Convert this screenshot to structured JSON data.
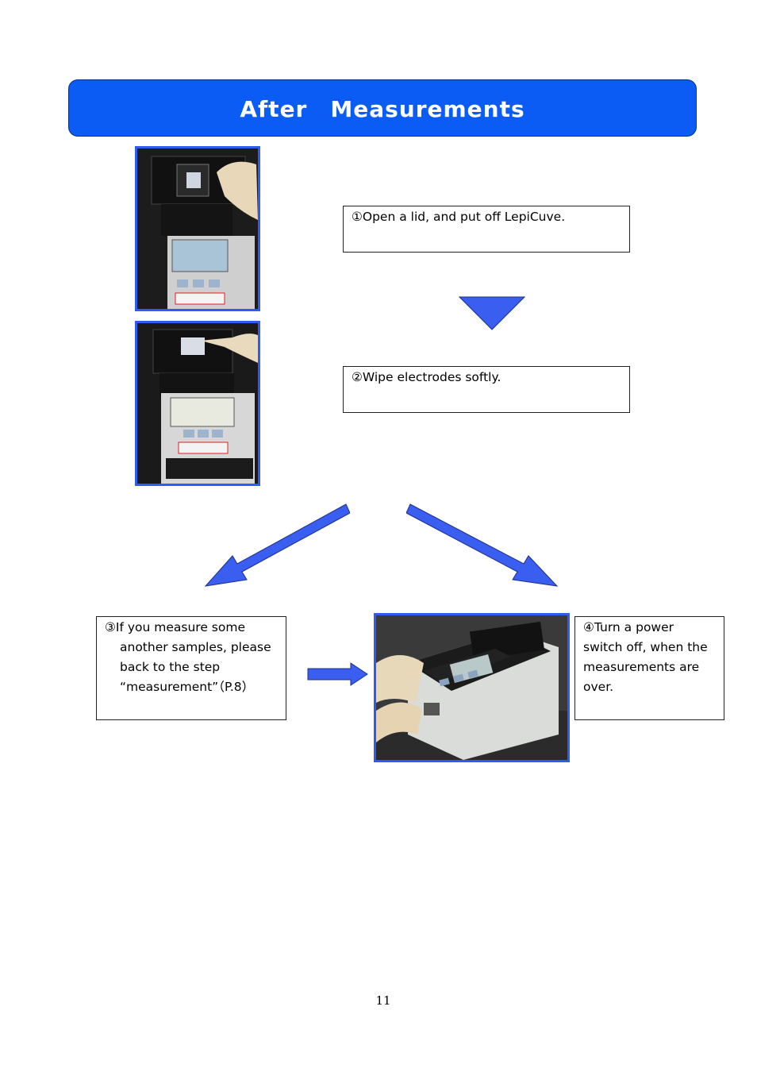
{
  "header": {
    "title": "After　Measurements"
  },
  "steps": {
    "step1": {
      "text": "①Open a lid, and put off LepiCuve."
    },
    "step2": {
      "text": "②Wipe electrodes softly."
    },
    "step3": {
      "lines": [
        "③If you measure some",
        "another samples, please",
        "back to the step",
        "“measurement”（P.8）"
      ]
    },
    "step4": {
      "lines": [
        "④Turn a power",
        "switch off, when the",
        "measurements are",
        "over."
      ]
    }
  },
  "page_number": "11",
  "colors": {
    "header_fill": "#0b5cf5",
    "arrow_fill": "#3a5ff0",
    "photo_border": "#2f5cf0"
  },
  "icons": {
    "down_arrow": "triangle-down-icon",
    "diagonal_arrows": "arrow-icon",
    "right_arrow": "arrow-right-icon"
  }
}
